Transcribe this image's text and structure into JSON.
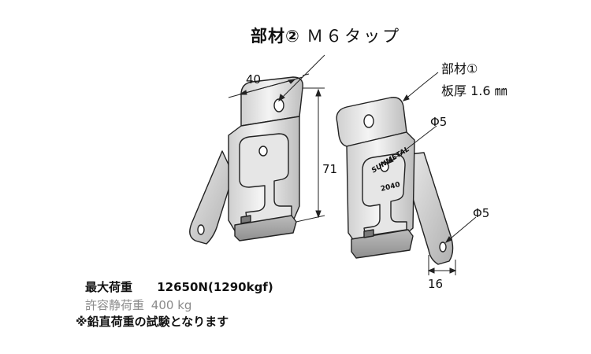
{
  "title": {
    "part": "部材②",
    "desc": "Ｍ６タップ"
  },
  "part1": {
    "name": "部材①",
    "thickness": "板厚 1.6 ㎜"
  },
  "dimensions": {
    "width": "40",
    "height": "71",
    "hole_left": "Φ5",
    "hole_right": "Φ5",
    "depth": "16"
  },
  "stamp": {
    "brand": "SUNMETAL",
    "model": "2040"
  },
  "specs": {
    "max_load_label": "最大荷重",
    "max_load_value": "12650N(1290kgf)",
    "allow_label": "許容静荷重",
    "allow_value": "400 kg",
    "note": "※鉛直荷重の試験となります"
  },
  "colors": {
    "metal_light": "#f2f2f2",
    "metal_mid": "#d4d4d4",
    "metal_dark": "#9a9a9a",
    "line": "#222222"
  }
}
